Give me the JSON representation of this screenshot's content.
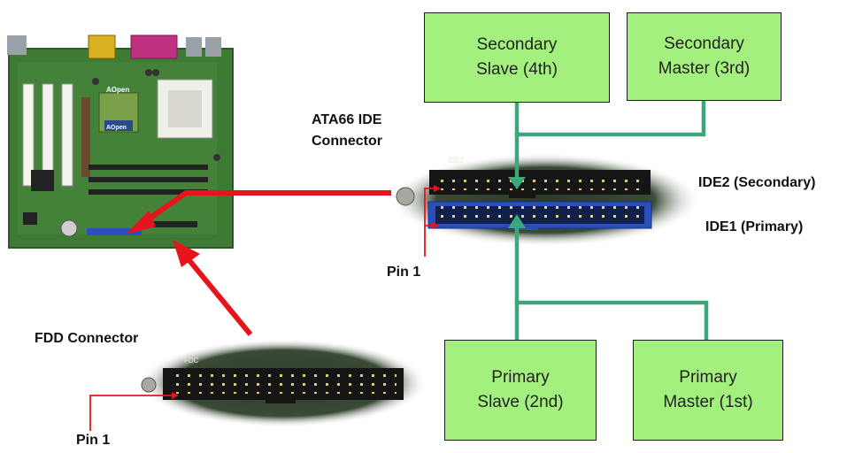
{
  "devices": {
    "secondary_slave": {
      "line1": "Secondary",
      "line2": "Slave (4th)"
    },
    "secondary_master": {
      "line1": "Secondary",
      "line2": "Master (3rd)"
    },
    "primary_slave": {
      "line1": "Primary",
      "line2": "Slave (2nd)"
    },
    "primary_master": {
      "line1": "Primary",
      "line2": "Master (1st)"
    }
  },
  "labels": {
    "ata66_line1": "ATA66 IDE",
    "ata66_line2": "Connector",
    "ide2": "IDE2 (Secondary)",
    "ide1": "IDE1 (Primary)",
    "pin1_ide": "Pin 1",
    "fdd_connector": "FDD Connector",
    "pin1_fdd": "Pin 1"
  },
  "board_text": {
    "aopen_logo": "AOpen",
    "aopen_chip": "AOpen",
    "ide2_silk": "IDE2",
    "fdc_silk": "FDC"
  },
  "colors": {
    "box_fill": "#a4f07e",
    "cable_green": "#3da67a",
    "arrow_red": "#e8141c",
    "ide1_blue": "#2a4fb8",
    "board_green": "#3f7a35"
  }
}
